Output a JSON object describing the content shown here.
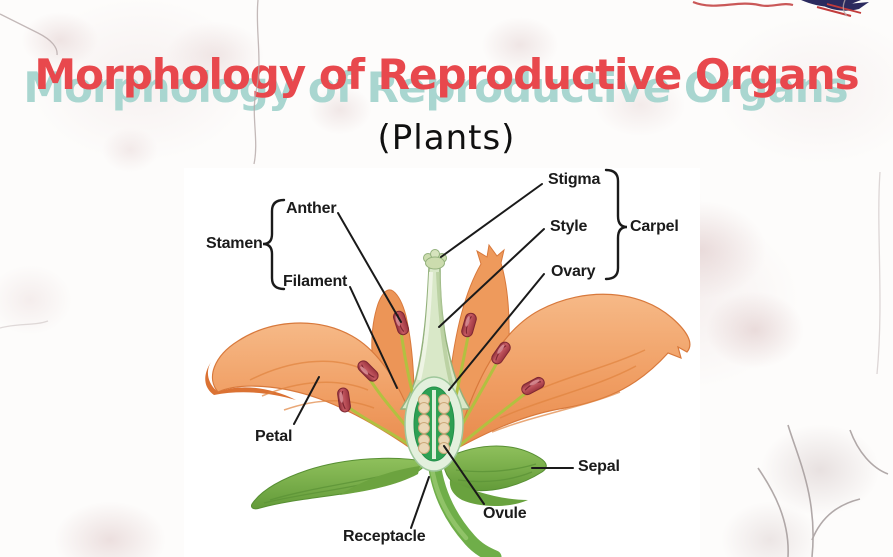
{
  "title": {
    "text": "Morphology of Reproductive Organs",
    "subtitle": "(Plants)",
    "color": "#e8484d",
    "echo_color": "#a9d6d0",
    "subtitle_color": "#101010"
  },
  "brand": {
    "logo_icon": "swoosh-logo",
    "logo_colors": [
      "#2b2a5e",
      "#c13b3b"
    ]
  },
  "diagram": {
    "type": "labeled-illustration",
    "subject": "flower longitudinal section",
    "groups": [
      {
        "name": "Stamen",
        "parts": [
          "Anther",
          "Filament"
        ]
      },
      {
        "name": "Carpel",
        "parts": [
          "Stigma",
          "Style",
          "Ovary"
        ]
      }
    ],
    "labels": {
      "stamen": "Stamen",
      "anther": "Anther",
      "filament": "Filament",
      "stigma": "Stigma",
      "style": "Style",
      "ovary": "Ovary",
      "carpel": "Carpel",
      "petal": "Petal",
      "sepal": "Sepal",
      "ovule": "Ovule",
      "receptacle": "Receptacle"
    },
    "colors": {
      "petal": "#f09e63",
      "petal_deep": "#e0813f",
      "sepal": "#7db54d",
      "stem": "#6fae49",
      "style": "#dcead0",
      "ovary_inner": "#2ea054",
      "ovule": "#ead7b7",
      "filament": "#b6c23e",
      "anther": "#b64a54",
      "leader_line": "#1a1a1a",
      "label_text": "#1b1b1b"
    }
  }
}
